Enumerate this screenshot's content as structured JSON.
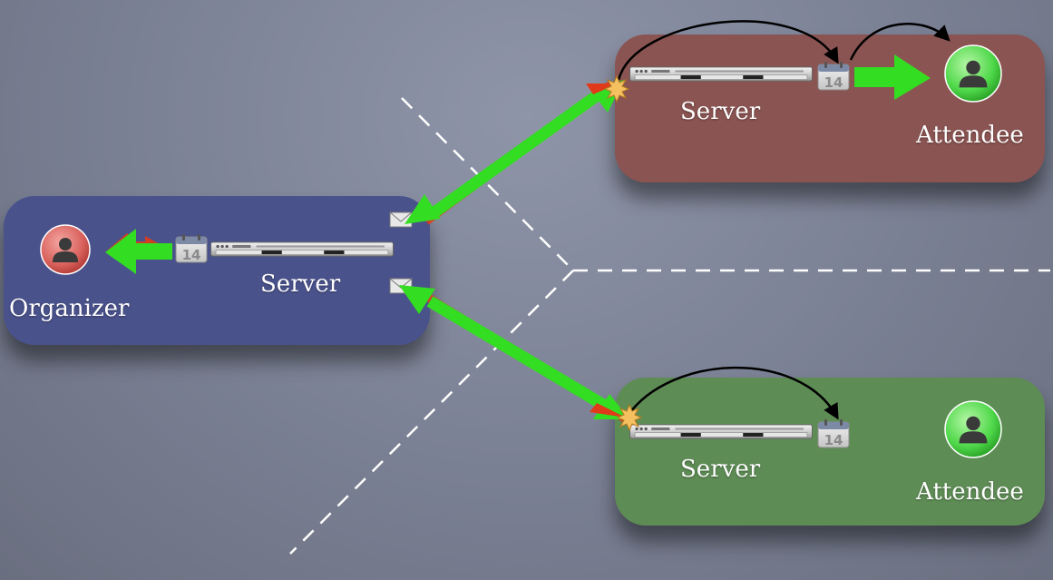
{
  "organizer_panel": {
    "organizer_label": "Organizer",
    "server_label": "Server",
    "calendar_day": "14",
    "color": "#4a528c",
    "avatar_color": "#e07a76"
  },
  "attendee_panel_top": {
    "server_label": "Server",
    "attendee_label": "Attendee",
    "calendar_day": "14",
    "color": "#8a5452",
    "avatar_color": "#5fe25f"
  },
  "attendee_panel_bottom": {
    "server_label": "Server",
    "attendee_label": "Attendee",
    "calendar_day": "14",
    "color": "#5e8c55",
    "avatar_color": "#5fe25f"
  },
  "colors": {
    "arrow_green": "#33dd22",
    "arrow_red": "#e03a1a",
    "starburst": "#f4c060"
  }
}
